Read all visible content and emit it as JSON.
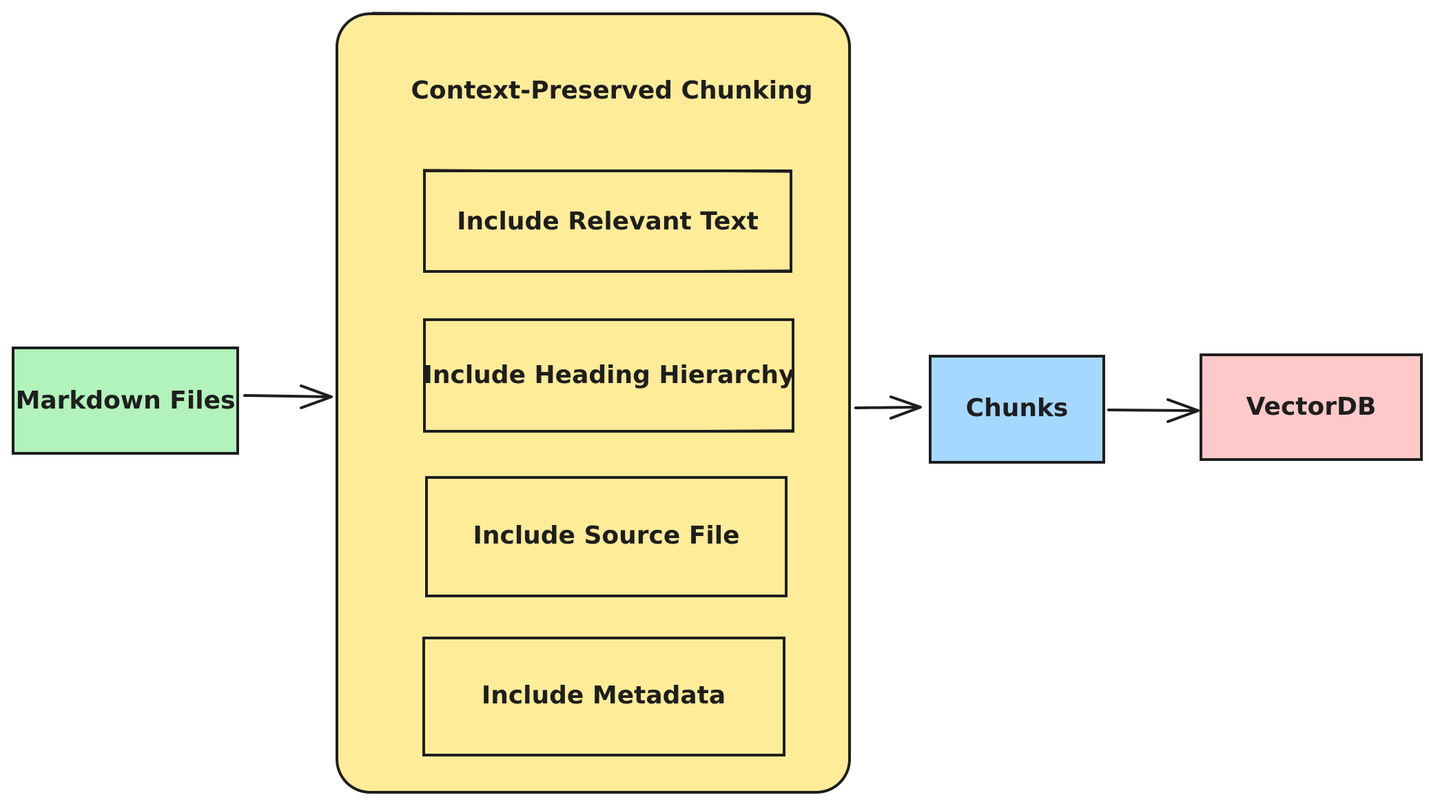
{
  "diagram": {
    "nodes": [
      {
        "id": "markdown_files",
        "label": "Markdown Files",
        "fill": "#b2f2bb"
      },
      {
        "id": "chunking_group",
        "label": "Context-Preserved Chunking",
        "fill": "#ffec99"
      },
      {
        "id": "step_relevant_text",
        "label": "Include Relevant Text",
        "fill": "#ffec99"
      },
      {
        "id": "step_heading_hierarchy",
        "label": "Include Heading Hierarchy",
        "fill": "#ffec99"
      },
      {
        "id": "step_source_file",
        "label": "Include Source File",
        "fill": "#ffec99"
      },
      {
        "id": "step_metadata",
        "label": "Include Metadata",
        "fill": "#ffec99"
      },
      {
        "id": "chunks",
        "label": "Chunks",
        "fill": "#a5d8ff"
      },
      {
        "id": "vectordb",
        "label": "VectorDB",
        "fill": "#ffc9c9"
      }
    ],
    "edges": [
      {
        "from": "markdown_files",
        "to": "chunking_group"
      },
      {
        "from": "chunking_group",
        "to": "chunks"
      },
      {
        "from": "chunks",
        "to": "vectordb"
      }
    ],
    "stroke_color": "#1e1e1e"
  }
}
